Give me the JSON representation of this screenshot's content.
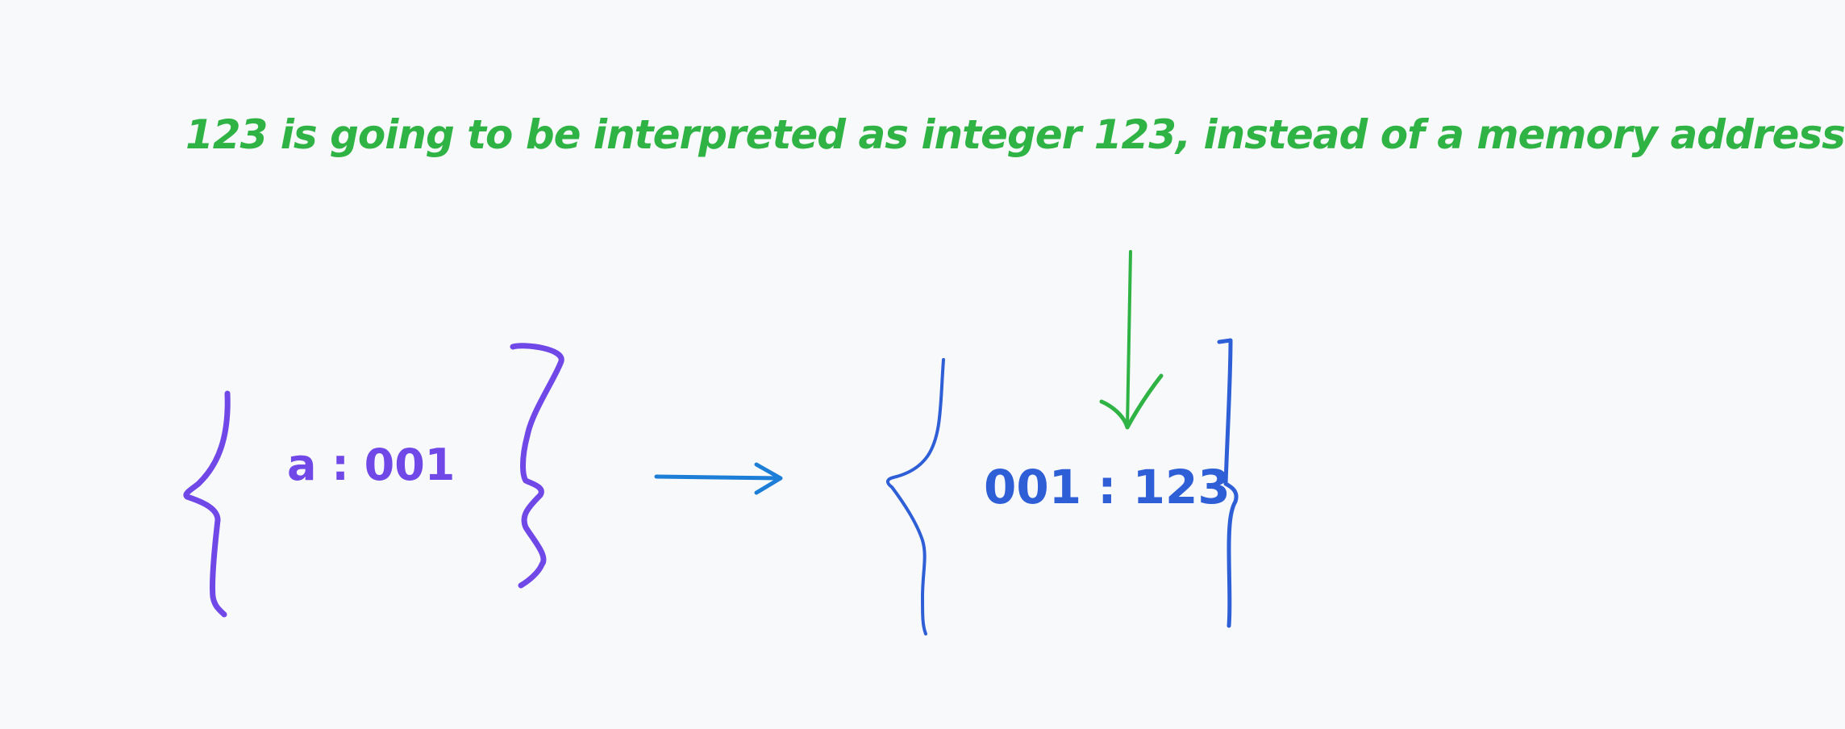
{
  "caption": "123 is going to be interpreted as integer 123, instead of a memory address",
  "left_block": {
    "text": "a : 001",
    "color": "#7048e8"
  },
  "right_block": {
    "text": "001 : 123",
    "color": "#2f5fd6"
  },
  "caption_color": "#2fb344",
  "transform_arrow_color": "#1c7ed6",
  "background": "#f8f9fa"
}
